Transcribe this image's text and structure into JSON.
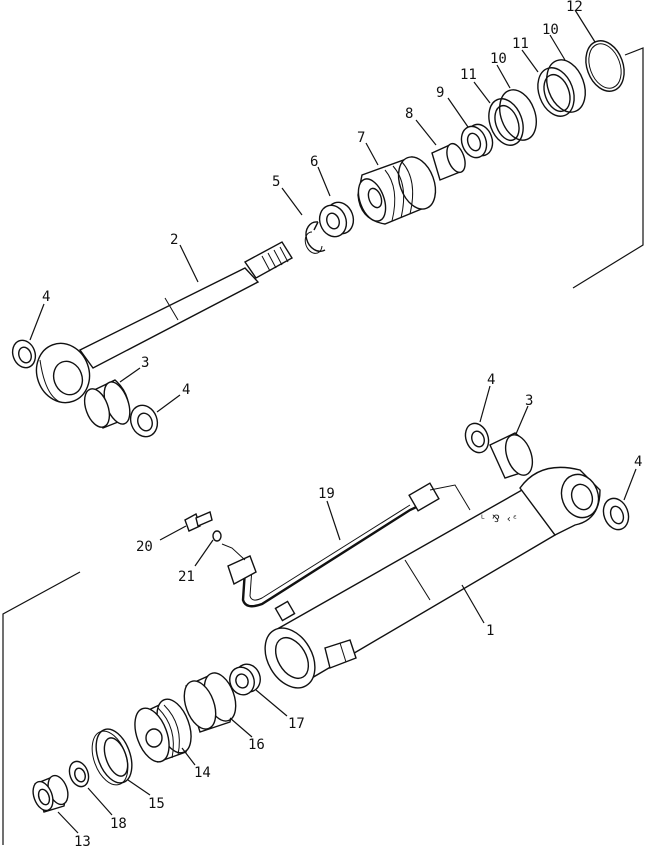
{
  "callouts": {
    "c1": "1",
    "c2": "2",
    "c3a": "3",
    "c3b": "3",
    "c4a": "4",
    "c4b": "4",
    "c4c": "4",
    "c4d": "4",
    "c5": "5",
    "c6": "6",
    "c7": "7",
    "c8": "8",
    "c9": "9",
    "c10a": "10",
    "c10b": "10",
    "c11a": "11",
    "c11b": "11",
    "c12": "12",
    "c13": "13",
    "c14": "14",
    "c15": "15",
    "c16": "16",
    "c17": "17",
    "c18": "18",
    "c19": "19",
    "c20": "20",
    "c21": "21"
  }
}
